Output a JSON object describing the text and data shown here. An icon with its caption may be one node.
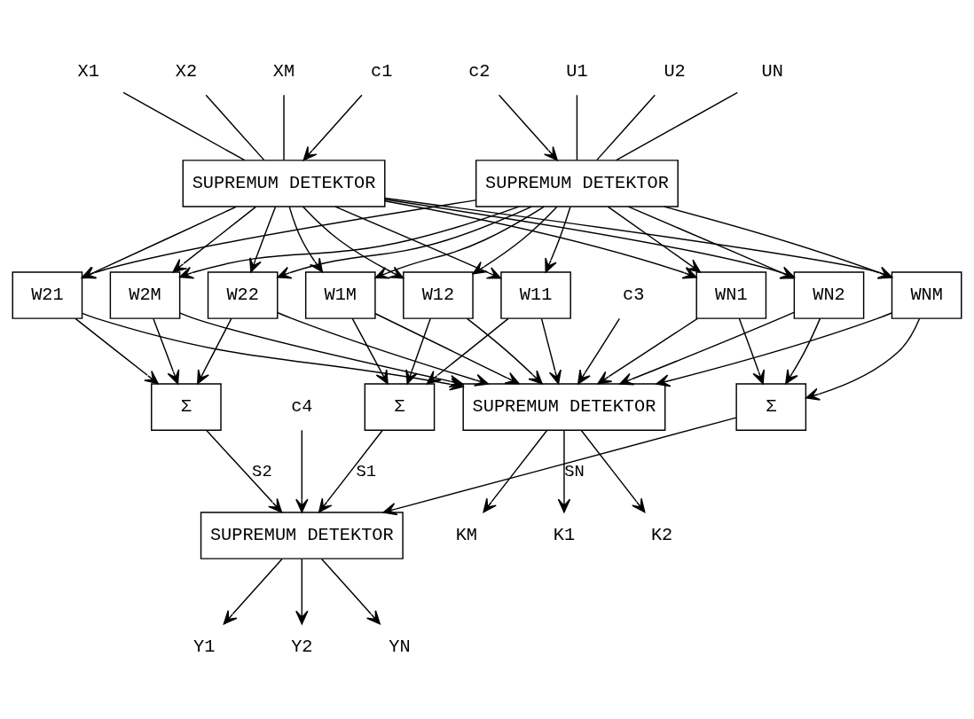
{
  "diagram": {
    "nodes": [
      {
        "text": [
          "SUPREMUM DETEKTOR"
        ]
      },
      {
        "text": [
          "SUPREMUM DETEKTOR"
        ]
      },
      {
        "text": [
          "W11"
        ]
      },
      {
        "text": [
          "W12"
        ]
      },
      {
        "text": [
          "W1M"
        ]
      },
      {
        "text": [
          "W21"
        ]
      },
      {
        "text": [
          "W22"
        ]
      },
      {
        "text": [
          "W2M"
        ]
      },
      {
        "text": [
          "WN1"
        ]
      },
      {
        "text": [
          "WN2"
        ]
      },
      {
        "text": [
          "WNM"
        ]
      },
      {
        "text": [
          "Σ"
        ]
      },
      {
        "text": [
          "Σ"
        ]
      },
      {
        "text": [
          "Σ"
        ]
      },
      {
        "text": [
          "SUPREMUM DETEKTOR"
        ]
      },
      {
        "text": [
          "SUPREMUM DETEKTOR"
        ]
      },
      {
        "text": [
          "X1"
        ]
      },
      {
        "text": [
          "X2"
        ]
      },
      {
        "text": [
          "XM"
        ]
      },
      {
        "text": [
          "c1"
        ]
      },
      {
        "text": [
          "c2"
        ]
      },
      {
        "text": [
          "U1"
        ]
      },
      {
        "text": [
          "U2"
        ]
      },
      {
        "text": [
          "UN"
        ]
      },
      {
        "text": [
          "Y1"
        ]
      },
      {
        "text": [
          "Y2"
        ]
      },
      {
        "text": [
          "YN"
        ]
      },
      {
        "text": [
          "c4"
        ]
      },
      {
        "text": [
          "c3"
        ]
      },
      {
        "text": [
          "K1"
        ]
      },
      {
        "text": [
          "K2"
        ]
      },
      {
        "text": [
          "KM"
        ]
      }
    ],
    "edges": [
      {
        "from": 16,
        "to": 0,
        "arrow": "none"
      },
      {
        "from": 17,
        "to": 0,
        "arrow": "none"
      },
      {
        "from": 18,
        "to": 0,
        "arrow": "none"
      },
      {
        "from": 19,
        "to": 0,
        "arrow": "to"
      },
      {
        "from": 20,
        "to": 1,
        "arrow": "to"
      },
      {
        "from": 21,
        "to": 1,
        "arrow": "none"
      },
      {
        "from": 22,
        "to": 1,
        "arrow": "none"
      },
      {
        "from": 23,
        "to": 1,
        "arrow": "none"
      },
      {
        "from": 0,
        "to": 2,
        "arrow": "to"
      },
      {
        "from": 0,
        "to": 5,
        "arrow": "to"
      },
      {
        "from": 0,
        "to": 8,
        "arrow": "to"
      },
      {
        "from": 0,
        "to": 3,
        "arrow": "to"
      },
      {
        "from": 0,
        "to": 6,
        "arrow": "to"
      },
      {
        "from": 0,
        "to": 9,
        "arrow": "to"
      },
      {
        "from": 0,
        "to": 4,
        "arrow": "to"
      },
      {
        "from": 0,
        "to": 7,
        "arrow": "to"
      },
      {
        "from": 0,
        "to": 10,
        "arrow": "to"
      },
      {
        "from": 1,
        "to": 2,
        "arrow": "to"
      },
      {
        "from": 1,
        "to": 3,
        "arrow": "to"
      },
      {
        "from": 1,
        "to": 4,
        "arrow": "to"
      },
      {
        "from": 1,
        "to": 5,
        "arrow": "to"
      },
      {
        "from": 1,
        "to": 6,
        "arrow": "to"
      },
      {
        "from": 1,
        "to": 7,
        "arrow": "to"
      },
      {
        "from": 1,
        "to": 8,
        "arrow": "to"
      },
      {
        "from": 1,
        "to": 9,
        "arrow": "to"
      },
      {
        "from": 1,
        "to": 10,
        "arrow": "to"
      },
      {
        "from": 2,
        "to": 11,
        "arrow": "to"
      },
      {
        "from": 3,
        "to": 11,
        "arrow": "to"
      },
      {
        "from": 4,
        "to": 11,
        "arrow": "to"
      },
      {
        "from": 5,
        "to": 12,
        "arrow": "to"
      },
      {
        "from": 6,
        "to": 12,
        "arrow": "to"
      },
      {
        "from": 7,
        "to": 12,
        "arrow": "to"
      },
      {
        "from": 8,
        "to": 13,
        "arrow": "to"
      },
      {
        "from": 9,
        "to": 13,
        "arrow": "to"
      },
      {
        "from": 10,
        "to": 13,
        "arrow": "to"
      },
      {
        "from": 2,
        "to": 15,
        "arrow": "to"
      },
      {
        "from": 5,
        "to": 15,
        "arrow": "to"
      },
      {
        "from": 8,
        "to": 15,
        "arrow": "to"
      },
      {
        "from": 3,
        "to": 15,
        "arrow": "to"
      },
      {
        "from": 6,
        "to": 15,
        "arrow": "to"
      },
      {
        "from": 9,
        "to": 15,
        "arrow": "to"
      },
      {
        "from": 4,
        "to": 15,
        "arrow": "to"
      },
      {
        "from": 7,
        "to": 15,
        "arrow": "to"
      },
      {
        "from": 10,
        "to": 15,
        "arrow": "to"
      },
      {
        "from": 11,
        "to": 14,
        "arrow": "to",
        "label": "S1"
      },
      {
        "from": 12,
        "to": 14,
        "arrow": "to",
        "label": "S2"
      },
      {
        "from": 13,
        "to": 14,
        "arrow": "to",
        "label": "SN"
      },
      {
        "from": 14,
        "to": 24,
        "arrow": "to"
      },
      {
        "from": 14,
        "to": 25,
        "arrow": "to"
      },
      {
        "from": 14,
        "to": 26,
        "arrow": "to"
      },
      {
        "from": 27,
        "to": 14,
        "arrow": "to"
      },
      {
        "from": 28,
        "to": 15,
        "arrow": "to"
      },
      {
        "from": 15,
        "to": 29,
        "arrow": "to"
      },
      {
        "from": 15,
        "to": 30,
        "arrow": "to"
      },
      {
        "from": 15,
        "to": 31,
        "arrow": "to"
      }
    ]
  }
}
